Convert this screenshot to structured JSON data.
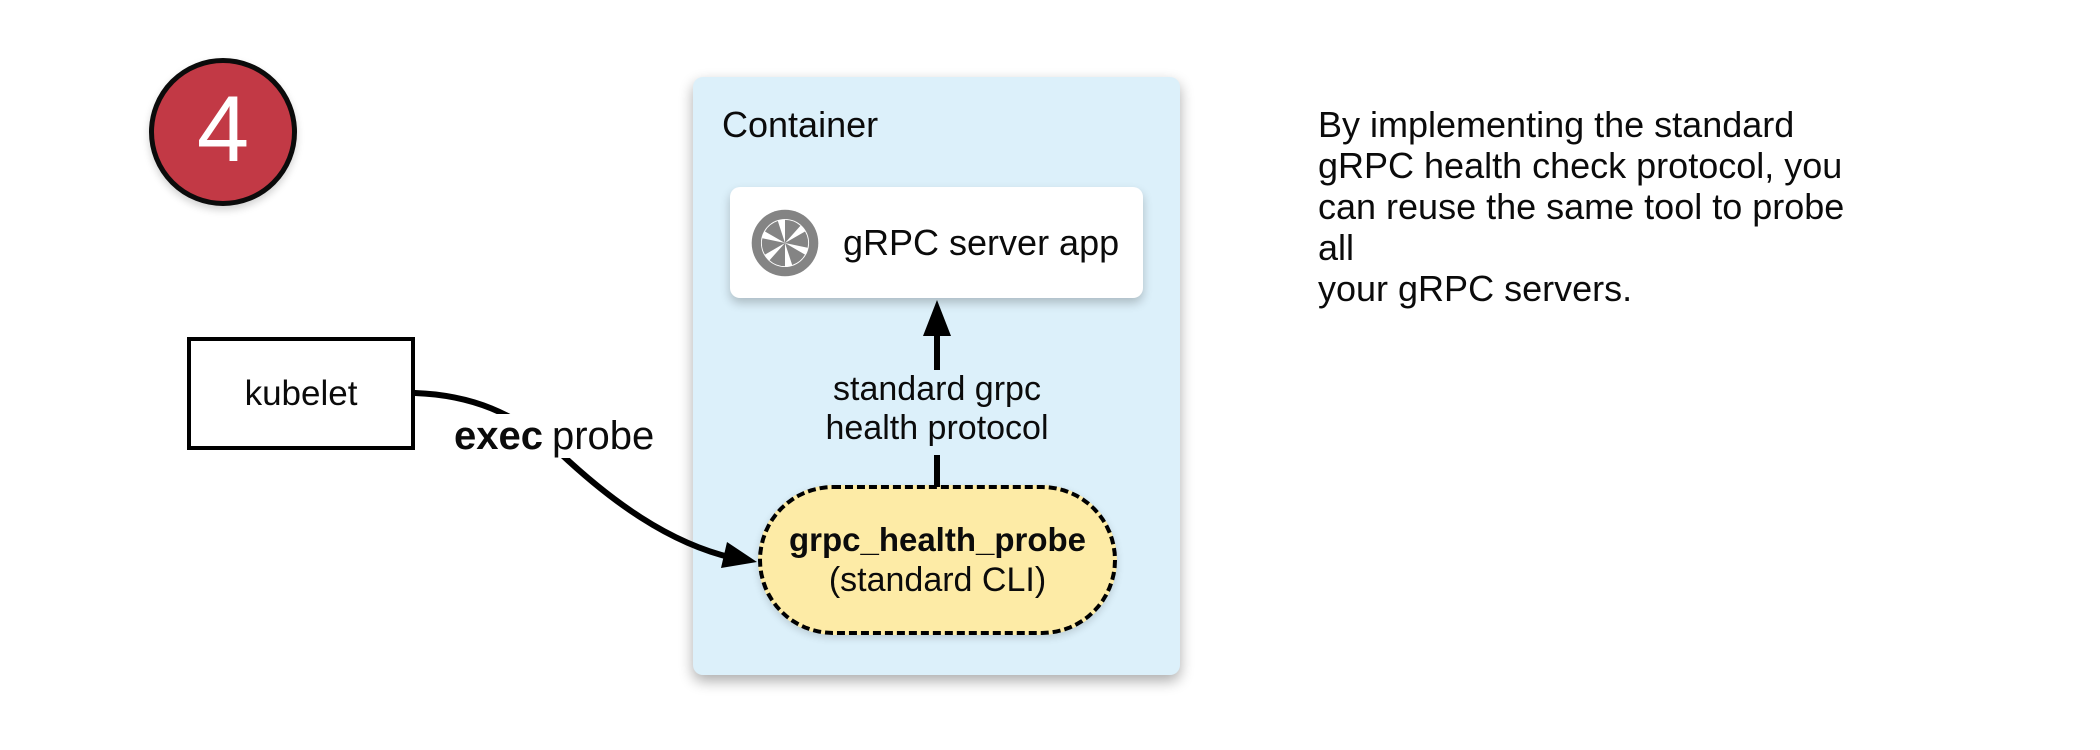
{
  "badge": {
    "number": "4"
  },
  "kubelet": {
    "label": "kubelet"
  },
  "exec_probe": {
    "bold": "exec",
    "regular": "probe"
  },
  "container": {
    "title": "Container",
    "server_app": {
      "label": "gRPC server app",
      "icon": "aperture-icon"
    },
    "protocol_arrow_label": {
      "line1": "standard grpc",
      "line2": "health protocol"
    },
    "health_probe": {
      "name": "grpc_health_probe",
      "subtitle": "(standard CLI)"
    }
  },
  "note": {
    "lines": [
      "By implementing the standard",
      "gRPC health check protocol, you",
      "can reuse the same tool to probe all",
      "your gRPC servers."
    ]
  },
  "colors": {
    "badge_red": "#C23945",
    "container_blue": "#DCF0FA",
    "probe_yellow": "#FDEBA6",
    "icon_gray": "#848484",
    "line_black": "#000000"
  }
}
